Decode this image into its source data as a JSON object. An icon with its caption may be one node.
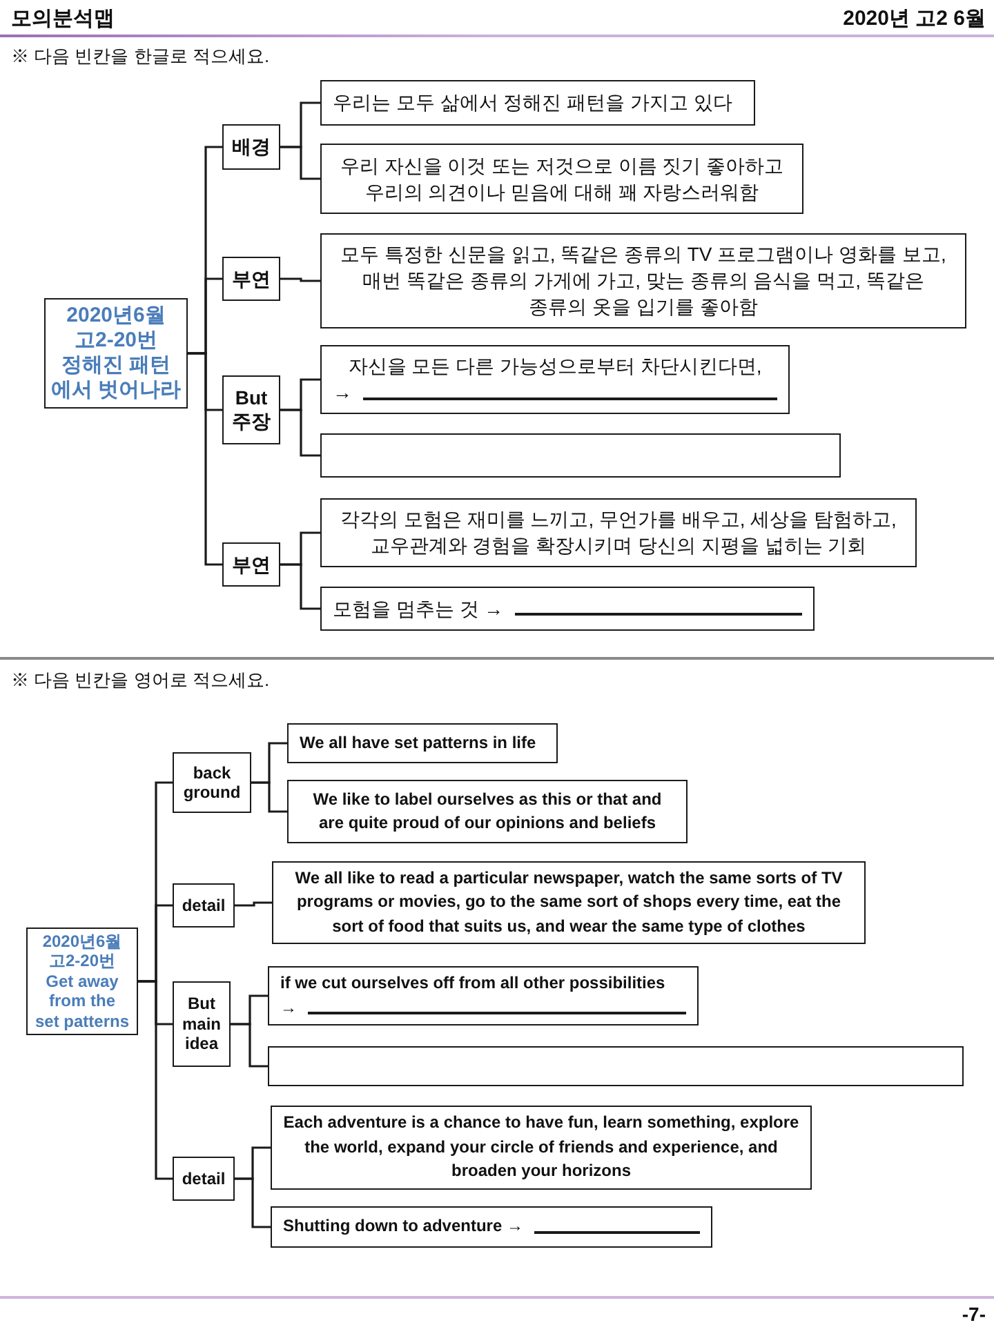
{
  "diagram": {
    "nodes": [
      {
        "text": [
          "2020년6월 고2-20번",
          "정해진 패턴 에서 벗어나라"
        ]
      },
      {
        "text": [
          "배경"
        ]
      },
      {
        "text": [
          "우리는 모두 삶에서 정해진 패턴을 가지고 있다"
        ]
      },
      {
        "text": [
          "우리 자신을 이것 또는 저것으로 이름 짓기 좋아하고 우리의 의견이나 믿음에 대해 꽤 자랑스러워함"
        ]
      },
      {
        "text": [
          "부연"
        ]
      },
      {
        "text": [
          "모두 특정한 신문을 읽고, 똑같은 종류의 TV 프로그램이나 영화를 보고, 매번 똑같은 종류의 가게에 가고, 맞는 종류의 음식을 먹고, 똑같은 종류의 옷을 입기를 좋아함"
        ]
      },
      {
        "text": [
          "But 주장"
        ]
      },
      {
        "text": [
          "자신을 모든 다른 가능성으로부터 차단시킨다면,",
          "→"
        ]
      },
      {
        "text": [],
        "shape": "box"
      },
      {
        "text": [
          "부연"
        ]
      },
      {
        "text": [
          "각각의 모험은 재미를 느끼고, 무언가를 배우고, 세상을 탐험하고, 교우관계와 경험을 확장시키며 당신의 지평을 넓히는 기회"
        ]
      },
      {
        "text": [
          "모험을 멈추는 것 →"
        ]
      },
      {
        "text": [
          "2020년6월 고2-20번",
          "Get away from the set patterns"
        ]
      },
      {
        "text": [
          "back ground"
        ]
      },
      {
        "text": [
          "We all have set patterns in life"
        ]
      },
      {
        "text": [
          "We like to label ourselves as this or that and are quite proud of our opinions and beliefs"
        ]
      },
      {
        "text": [
          "detail"
        ]
      },
      {
        "text": [
          "We all like to read a particular newspaper, watch the same sorts of TV programs or movies, go to the same sort of shops every time, eat the sort of food that suits us, and wear the same type of clothes"
        ]
      },
      {
        "text": [
          "But main idea"
        ]
      },
      {
        "text": [
          "if we cut ourselves off from all other possibilities",
          "→"
        ]
      },
      {
        "text": [],
        "shape": "box"
      },
      {
        "text": [
          "detail"
        ]
      },
      {
        "text": [
          "Each adventure is a chance to have fun, learn something, explore the world, expand your circle of friends and experience, and broaden your horizons"
        ]
      },
      {
        "text": [
          "Shutting down to adventure →"
        ]
      }
    ],
    "edges": [
      {
        "from": 0,
        "to": 1,
        "arrow": "none"
      },
      {
        "from": 0,
        "to": 4,
        "arrow": "none"
      },
      {
        "from": 0,
        "to": 6,
        "arrow": "none"
      },
      {
        "from": 0,
        "to": 9,
        "arrow": "none"
      },
      {
        "from": 1,
        "to": 2,
        "arrow": "none"
      },
      {
        "from": 1,
        "to": 3,
        "arrow": "none"
      },
      {
        "from": 4,
        "to": 5,
        "arrow": "none"
      },
      {
        "from": 6,
        "to": 7,
        "arrow": "none"
      },
      {
        "from": 6,
        "to": 8,
        "arrow": "none"
      },
      {
        "from": 9,
        "to": 10,
        "arrow": "none"
      },
      {
        "from": 9,
        "to": 11,
        "arrow": "none"
      },
      {
        "from": 12,
        "to": 13,
        "arrow": "none"
      },
      {
        "from": 12,
        "to": 16,
        "arrow": "none"
      },
      {
        "from": 12,
        "to": 18,
        "arrow": "none"
      },
      {
        "from": 12,
        "to": 21,
        "arrow": "none"
      },
      {
        "from": 13,
        "to": 14,
        "arrow": "none"
      },
      {
        "from": 13,
        "to": 15,
        "arrow": "none"
      },
      {
        "from": 16,
        "to": 17,
        "arrow": "none"
      },
      {
        "from": 18,
        "to": 19,
        "arrow": "none"
      },
      {
        "from": 18,
        "to": 20,
        "arrow": "none"
      },
      {
        "from": 21,
        "to": 22,
        "arrow": "none"
      },
      {
        "from": 21,
        "to": 23,
        "arrow": "none"
      }
    ],
    "labels": [
      "모의분석맵",
      "2020년 고2 6월",
      "※ 다음 빈칸을 한글로 적으세요.",
      "※ 다음 빈칸을 영어로 적으세요.",
      "-7-"
    ]
  }
}
